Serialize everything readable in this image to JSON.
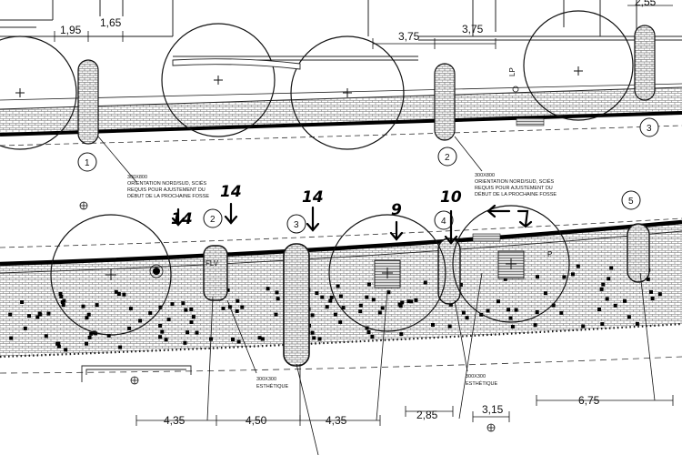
{
  "top_dims": [
    "1,95",
    "1,65",
    "3,75",
    "3,75",
    "2,55"
  ],
  "bottom_dims": [
    "4,35",
    "4,50",
    "4,35",
    "2,85",
    "3,15",
    "6,75"
  ],
  "tree_numbers": [
    "1",
    "2",
    "3",
    "2",
    "3",
    "4",
    "5"
  ],
  "notes": {
    "upper_left": [
      "300X800",
      "ORIENTATION NORD/SUD, SCIÉS",
      "REQUIS POUR AJUSTEMENT DU",
      "DÉBUT DE LA PROCHAINE FOSSE"
    ],
    "upper_right": [
      "300X800",
      "ORIENTATION NORD/SUD, SCIÉS",
      "REQUIS POUR AJUSTEMENT DU",
      "DÉBUT DE LA PROCHAINE FOSSE"
    ],
    "lower_left": [
      "300X300",
      "ESTHÉTIQUE"
    ],
    "lower_right": [
      "300X300",
      "ESTHÉTIQUE"
    ]
  },
  "handwritten": [
    "14",
    "14",
    "14",
    "9",
    "10"
  ],
  "labels": {
    "lp": "LP",
    "p": "P",
    "flv": "FLV"
  }
}
